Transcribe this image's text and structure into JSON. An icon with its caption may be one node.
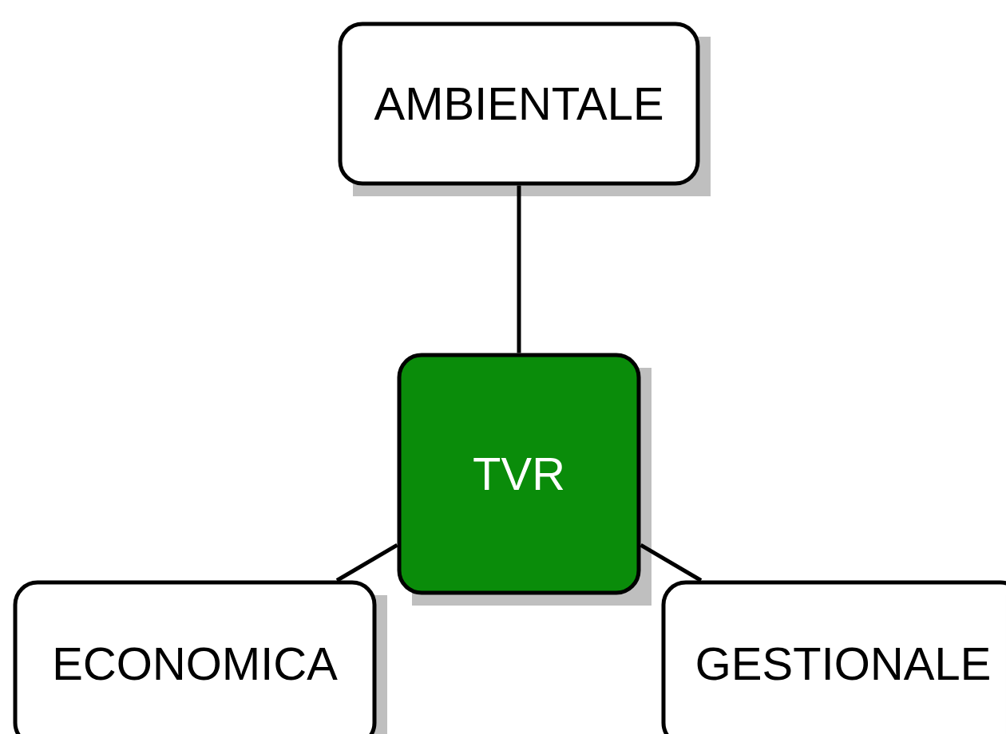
{
  "diagram": {
    "nodes": [
      {
        "text": [
          "AMBIENTALE"
        ]
      },
      {
        "text": [
          "TVR"
        ]
      },
      {
        "text": [
          "ECONOMICA"
        ]
      },
      {
        "text": [
          "GESTIONALE"
        ]
      }
    ],
    "edges": [
      {
        "from": 1,
        "to": 0,
        "arrow": "none"
      },
      {
        "from": 1,
        "to": 2,
        "arrow": "none"
      },
      {
        "from": 1,
        "to": 3,
        "arrow": "none"
      }
    ]
  }
}
